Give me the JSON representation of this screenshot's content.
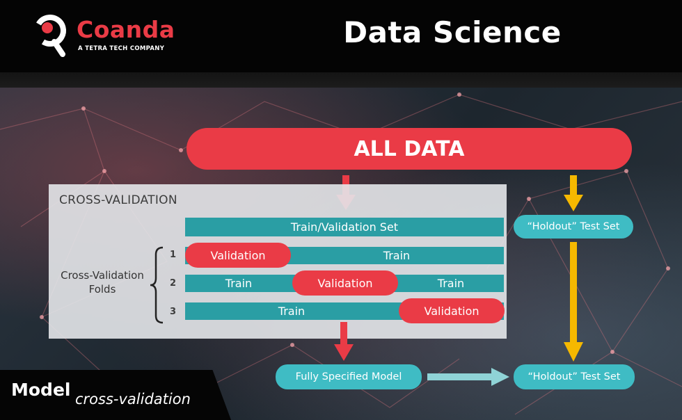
{
  "header": {
    "brand_name": "Coanda",
    "brand_tagline": "A TETRA TECH COMPANY",
    "title": "Data Science"
  },
  "diagram": {
    "all_data": "ALL DATA",
    "cv_title": "CROSS-VALIDATION",
    "train_validation_set": "Train/Validation Set",
    "holdout_top": "“Holdout” Test Set",
    "folds_label_line1": "Cross-Validation",
    "folds_label_line2": "Folds",
    "folds": [
      {
        "number": "1",
        "validation": "Validation",
        "train_right": "Train"
      },
      {
        "number": "2",
        "train_left": "Train",
        "validation": "Validation",
        "train_right": "Train"
      },
      {
        "number": "3",
        "train_left": "Train",
        "validation": "Validation"
      }
    ],
    "fully_specified_model": "Fully Specified Model",
    "holdout_bottom": "“Holdout” Test Set"
  },
  "footer": {
    "main": "Model",
    "sub": "cross-validation"
  },
  "colors": {
    "brand_red": "#ea3b46",
    "teal_bar": "#2a9ea4",
    "teal_pill": "#3fbcc4",
    "arrow_yellow": "#f5b800",
    "arrow_light_teal": "#8fd3d6"
  }
}
